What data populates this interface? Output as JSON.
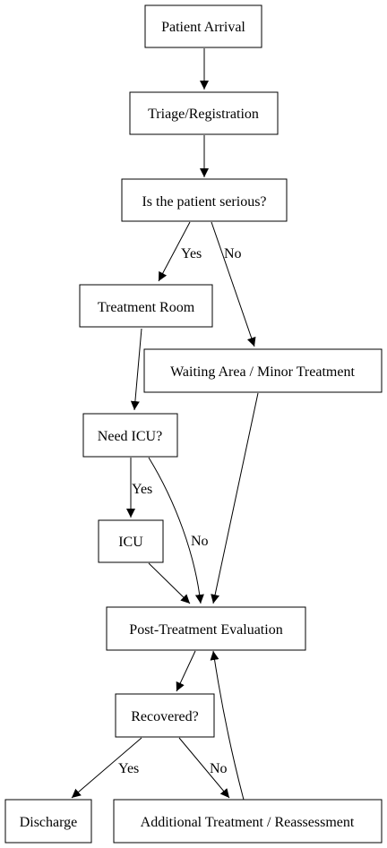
{
  "diagram": {
    "nodes": {
      "patient_arrival": "Patient Arrival",
      "triage": "Triage/Registration",
      "is_serious": "Is the patient serious?",
      "treatment_room": "Treatment Room",
      "waiting_area": "Waiting Area / Minor Treatment",
      "need_icu": "Need ICU?",
      "icu": "ICU",
      "post_eval": "Post-Treatment Evaluation",
      "recovered": "Recovered?",
      "discharge": "Discharge",
      "additional_treatment": "Additional Treatment / Reassessment"
    },
    "edge_labels": {
      "serious_yes": "Yes",
      "serious_no": "No",
      "icu_yes": "Yes",
      "icu_no": "No",
      "recovered_yes": "Yes",
      "recovered_no": "No"
    },
    "edges": [
      {
        "from": "patient_arrival",
        "to": "triage",
        "label": ""
      },
      {
        "from": "triage",
        "to": "is_serious",
        "label": ""
      },
      {
        "from": "is_serious",
        "to": "treatment_room",
        "label": "Yes"
      },
      {
        "from": "is_serious",
        "to": "waiting_area",
        "label": "No"
      },
      {
        "from": "treatment_room",
        "to": "need_icu",
        "label": ""
      },
      {
        "from": "waiting_area",
        "to": "post_eval",
        "label": ""
      },
      {
        "from": "need_icu",
        "to": "icu",
        "label": "Yes"
      },
      {
        "from": "need_icu",
        "to": "post_eval",
        "label": "No"
      },
      {
        "from": "icu",
        "to": "post_eval",
        "label": ""
      },
      {
        "from": "post_eval",
        "to": "recovered",
        "label": ""
      },
      {
        "from": "recovered",
        "to": "discharge",
        "label": "Yes"
      },
      {
        "from": "recovered",
        "to": "additional_treatment",
        "label": "No"
      },
      {
        "from": "additional_treatment",
        "to": "post_eval",
        "label": ""
      }
    ]
  }
}
